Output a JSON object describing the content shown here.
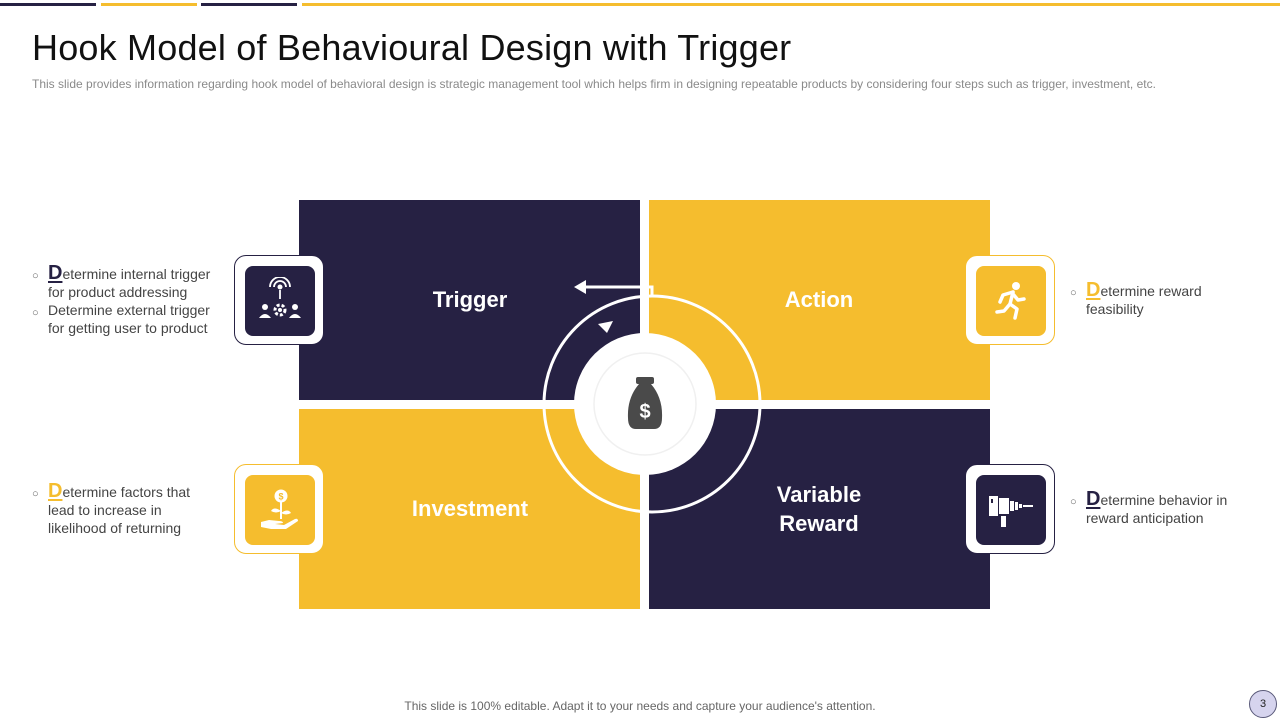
{
  "header": {
    "title": "Hook Model of Behavioural Design with Trigger",
    "subtitle": "This slide provides information regarding hook model of behavioral design is strategic management tool which helps firm in designing repeatable products by considering four steps such as trigger, investment, etc."
  },
  "colors": {
    "navy": "#262143",
    "yellow": "#f5bd2e"
  },
  "quadrants": {
    "trigger": {
      "label": "Trigger"
    },
    "action": {
      "label": "Action"
    },
    "investment": {
      "label": "Investment"
    },
    "reward": {
      "label_line1": "Variable",
      "label_line2": "Reward"
    }
  },
  "icons": {
    "trigger": "broadcast-team-icon",
    "action": "running-person-icon",
    "investment": "money-plant-hand-icon",
    "reward": "drill-icon",
    "center": "money-bag-icon"
  },
  "center_symbol": "$",
  "bullets": {
    "trigger": [
      {
        "cap": "D",
        "rest": "etermine internal trigger",
        "line2": "for product addressing"
      },
      {
        "cap": "",
        "rest": "Determine external trigger",
        "line2": "for getting user to product"
      }
    ],
    "action": [
      {
        "cap": "D",
        "rest": "etermine reward",
        "line2": "feasibility"
      }
    ],
    "investment": [
      {
        "cap": "D",
        "rest": "etermine factors that",
        "line2": "lead to increase in",
        "line3": "likelihood of returning"
      }
    ],
    "reward": [
      {
        "cap": "D",
        "rest": "etermine behavior in",
        "line2": "reward anticipation"
      }
    ]
  },
  "footer": {
    "note": "This slide is 100% editable. Adapt it to your needs and capture your audience's attention.",
    "page": "3"
  }
}
